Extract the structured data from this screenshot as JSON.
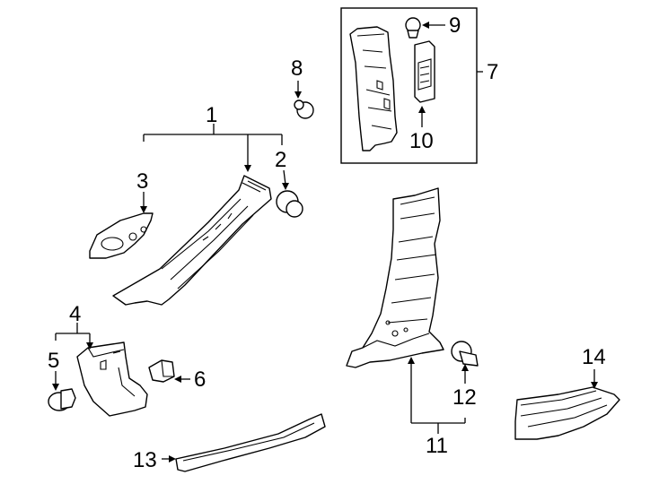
{
  "callouts": [
    "1",
    "2",
    "3",
    "4",
    "5",
    "6",
    "7",
    "8",
    "9",
    "10",
    "11",
    "12",
    "13",
    "14"
  ],
  "colors": {
    "line": "#000000",
    "background": "#ffffff"
  },
  "parts": [
    {
      "id": "1",
      "name": "front-pillar-trim-assembly"
    },
    {
      "id": "2",
      "name": "clip"
    },
    {
      "id": "3",
      "name": "speaker-grille-trim"
    },
    {
      "id": "4",
      "name": "lower-pillar-trim"
    },
    {
      "id": "5",
      "name": "push-clip"
    },
    {
      "id": "6",
      "name": "retainer"
    },
    {
      "id": "7",
      "name": "rear-pillar-trim-group"
    },
    {
      "id": "8",
      "name": "clip"
    },
    {
      "id": "9",
      "name": "clip"
    },
    {
      "id": "10",
      "name": "bracket"
    },
    {
      "id": "11",
      "name": "center-pillar-trim"
    },
    {
      "id": "12",
      "name": "clip"
    },
    {
      "id": "13",
      "name": "scuff-plate"
    },
    {
      "id": "14",
      "name": "rear-scuff-plate"
    }
  ]
}
